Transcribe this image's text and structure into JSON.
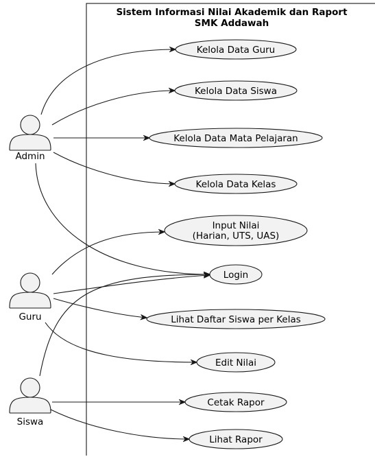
{
  "system": {
    "title_line1": "Sistem Informasi Nilai Akademik dan Raport",
    "title_line2": "SMK Addawah"
  },
  "actors": [
    {
      "id": "admin",
      "label": "Admin"
    },
    {
      "id": "guru",
      "label": "Guru"
    },
    {
      "id": "siswa",
      "label": "Siswa"
    }
  ],
  "use_cases": [
    {
      "id": "uc1",
      "lines": [
        "Kelola Data Guru"
      ]
    },
    {
      "id": "uc2",
      "lines": [
        "Kelola Data Siswa"
      ]
    },
    {
      "id": "uc3",
      "lines": [
        "Kelola Data Mata Pelajaran"
      ]
    },
    {
      "id": "uc4",
      "lines": [
        "Kelola Data Kelas"
      ]
    },
    {
      "id": "uc5",
      "lines": [
        "Input Nilai",
        "(Harian, UTS, UAS)"
      ]
    },
    {
      "id": "uc6",
      "lines": [
        "Login"
      ]
    },
    {
      "id": "uc7",
      "lines": [
        "Lihat Daftar Siswa per Kelas"
      ]
    },
    {
      "id": "uc8",
      "lines": [
        "Edit Nilai"
      ]
    },
    {
      "id": "uc9",
      "lines": [
        "Cetak Rapor"
      ]
    },
    {
      "id": "uc10",
      "lines": [
        "Lihat Rapor"
      ]
    }
  ],
  "associations": [
    {
      "from": "admin",
      "to": "uc1"
    },
    {
      "from": "admin",
      "to": "uc2"
    },
    {
      "from": "admin",
      "to": "uc3"
    },
    {
      "from": "admin",
      "to": "uc4"
    },
    {
      "from": "admin",
      "to": "uc6"
    },
    {
      "from": "guru",
      "to": "uc5"
    },
    {
      "from": "guru",
      "to": "uc6"
    },
    {
      "from": "guru",
      "to": "uc7"
    },
    {
      "from": "guru",
      "to": "uc8"
    },
    {
      "from": "siswa",
      "to": "uc6"
    },
    {
      "from": "siswa",
      "to": "uc9"
    },
    {
      "from": "siswa",
      "to": "uc10"
    }
  ]
}
